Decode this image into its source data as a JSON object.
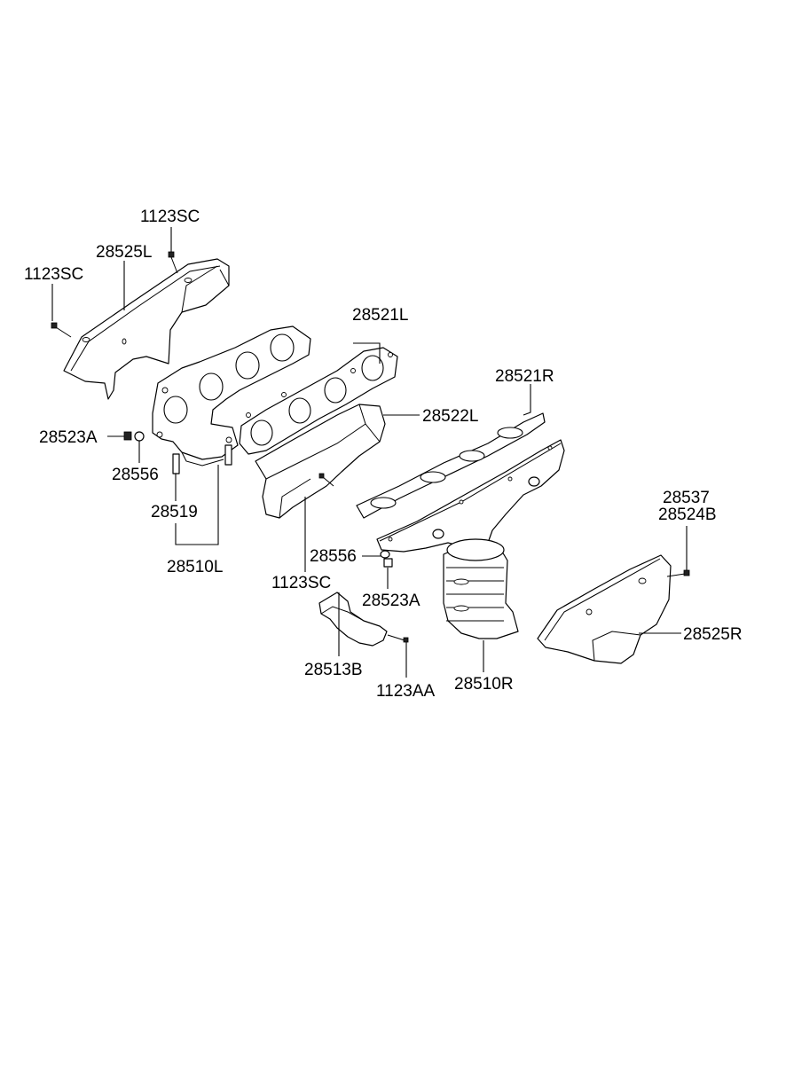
{
  "labels": {
    "bolt_heat_shield_top": "1123SC",
    "heat_shield_left": "28525L",
    "bolt_heat_shield_left": "1123SC",
    "gasket_left": "28521L",
    "heat_shield_lower_left": "28522L",
    "nut_left": "28523A",
    "washer_left": "28556",
    "stud_left": "28519",
    "manifold_left": "28510L",
    "bolt_lower_shield": "1123SC",
    "gasket_right": "28521R",
    "washer_right": "28556",
    "nut_right": "28523A",
    "bolt_right_a": "28537",
    "bolt_right_b": "28524B",
    "heat_shield_right": "28525R",
    "bracket": "28513B",
    "bolt_bracket": "1123AA",
    "manifold_right": "28510R"
  }
}
